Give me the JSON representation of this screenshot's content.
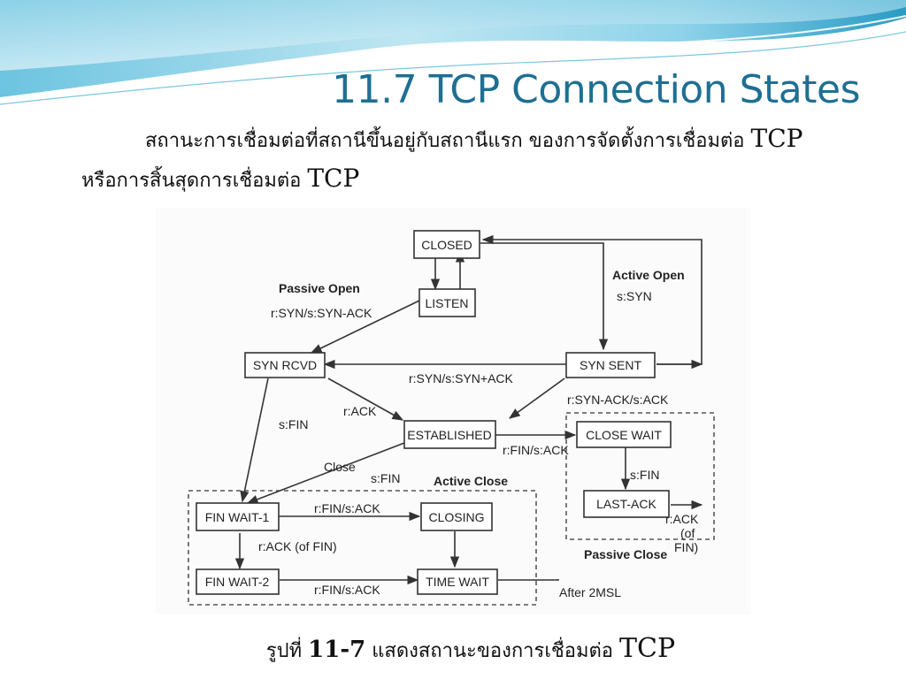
{
  "slide": {
    "title": "11.7 TCP Connection States",
    "intro_line1": "สถานะการเชื่อมต่อที่สถานีขึ้นอยู่กับสถานีแรก ของการจัดตั้งการเชื่อมต่อ",
    "intro_line1_tcp": "TCP",
    "intro_line2": "หรือการสิ้นสุดการเชื่อมต่อ",
    "intro_line2_tcp": "TCP",
    "caption_prefix": "รูปที่",
    "caption_number": "11-7",
    "caption_text": "แสดงสถานะของการเชื่อมต่อ",
    "caption_tcp": "TCP"
  },
  "diagram": {
    "states": {
      "closed": "CLOSED",
      "listen": "LISTEN",
      "syn_rcvd": "SYN RCVD",
      "syn_sent": "SYN SENT",
      "established": "ESTABLISHED",
      "close_wait": "CLOSE WAIT",
      "last_ack": "LAST-ACK",
      "fin_wait_1": "FIN WAIT-1",
      "closing": "CLOSING",
      "fin_wait_2": "FIN WAIT-2",
      "time_wait": "TIME WAIT"
    },
    "labels": {
      "passive_open": "Passive Open",
      "r_syn_s_synack": "r:SYN/s:SYN-ACK",
      "active_open": "Active Open",
      "s_syn": "s:SYN",
      "r_syn_s_syn_ack": "r:SYN/s:SYN+ACK",
      "r_synack_s_ack": "r:SYN-ACK/s:ACK",
      "r_ack": "r:ACK",
      "s_fin_left": "s:FIN",
      "r_fin_s_ack_est": "r:FIN/s:ACK",
      "close": "Close",
      "s_fin_mid": "s:FIN",
      "active_close": "Active Close",
      "s_fin_right": "s:FIN",
      "r_fin_s_ack_closing": "r:FIN/s:ACK",
      "r_ack_of_fin": "r:ACK (of FIN)",
      "r_fin_s_ack_tw": "r:FIN/s:ACK",
      "after_2msl": "After 2MSL",
      "passive_close": "Passive Close",
      "r_ack_last_1": "r:ACK",
      "r_ack_last_2": "(of",
      "r_ack_last_3": "FIN)"
    }
  },
  "colors": {
    "title": "#1f6f93",
    "wave_light": "#bfe6f2",
    "wave_dark": "#2a9bc4"
  }
}
